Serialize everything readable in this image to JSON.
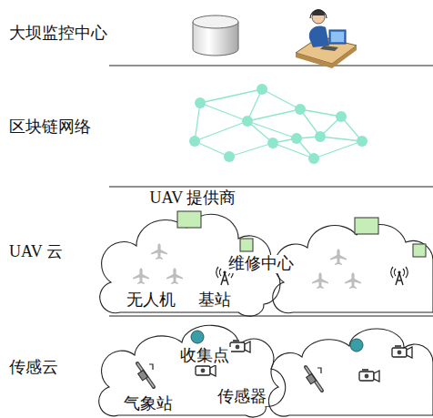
{
  "diagram": {
    "nodes": [
      {
        "text": [
          "大坝监控中心"
        ]
      },
      {
        "text": [
          "区块链网络"
        ]
      },
      {
        "text": [
          "UAV 云"
        ]
      },
      {
        "text": [
          "传感云"
        ]
      }
    ],
    "labels": [
      "UAV 提供商",
      "维修中心",
      "无人机",
      "基站",
      "收集点",
      "气象站",
      "传感器"
    ]
  }
}
